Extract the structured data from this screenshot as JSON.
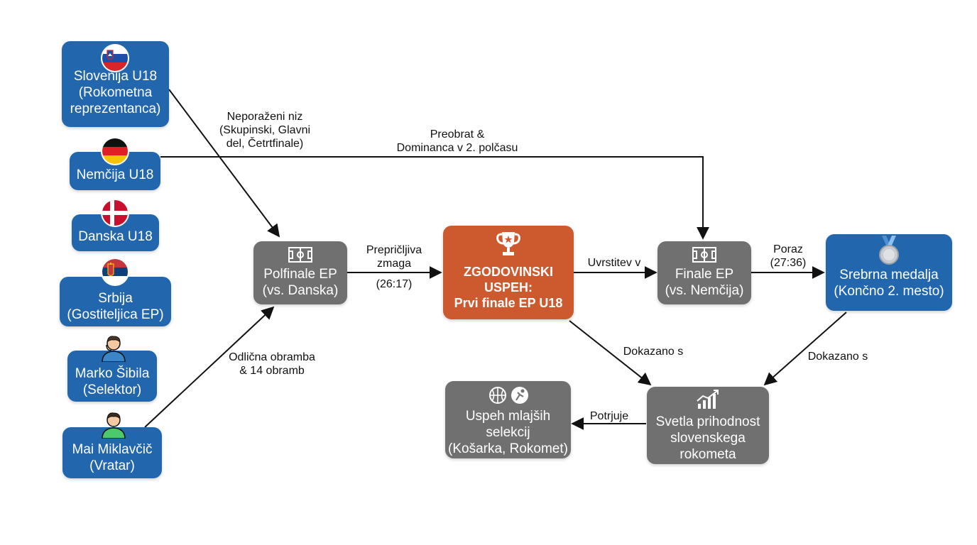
{
  "nodes": {
    "slovenija": "Slovenija U18\n(Rokometna\nreprezentanca)",
    "nemcija": "Nemčija U18",
    "danska": "Danska U18",
    "srbija": "Srbija\n(Gostiteljica EP)",
    "sibila": "Marko Šibila\n(Selektor)",
    "miklavcic": "Mai Miklavčič\n(Vratar)",
    "polfinale": "Polfinale EP\n(vs. Danska)",
    "zgodovinski": "ZGODOVINSKI\nUSPEH:\nPrvi finale EP U18",
    "finale": "Finale EP\n(vs. Nemčija)",
    "srebrna": "Srebrna medalja\n(Končno 2. mesto)",
    "svetla": "Svetla prihodnost\nslovenskega\nrokometa",
    "uspeh": "Uspeh mlajših\nselekcij\n(Košarka, Rokomet)"
  },
  "edges": {
    "neporazeni": "Neporaženi niz\n(Skupinski, Glavni\ndel, Četrtfinale)",
    "preobrat": "Preobrat &\nDominanca v 2. polčasu",
    "prepricljiva": "Prepričljiva\nzmaga",
    "score_semi": "(26:17)",
    "odlicna": "Odlična obramba\n& 14 obramb",
    "uvrstitev": "Uvrstitev v",
    "poraz": "Poraz\n(27:36)",
    "dokazano1": "Dokazano s",
    "dokazano2": "Dokazano s",
    "potrjuje": "Potrjuje"
  },
  "icons": {
    "slovenija": "slovenia-flag-icon",
    "nemcija": "germany-flag-icon",
    "danska": "denmark-flag-icon",
    "srbija": "serbia-flag-icon",
    "sibila": "coach-avatar-icon",
    "miklavcic": "goalkeeper-avatar-icon",
    "polfinale": "handball-court-icon",
    "zgodovinski": "trophy-icon",
    "finale": "handball-court-icon",
    "srebrna": "silver-medal-icon",
    "svetla": "growth-chart-icon",
    "uspeh": "basketball-and-handball-icon"
  },
  "colors": {
    "blue": "#2266ad",
    "gray": "#707070",
    "orange": "#cc5a2e",
    "edge": "#111111"
  }
}
